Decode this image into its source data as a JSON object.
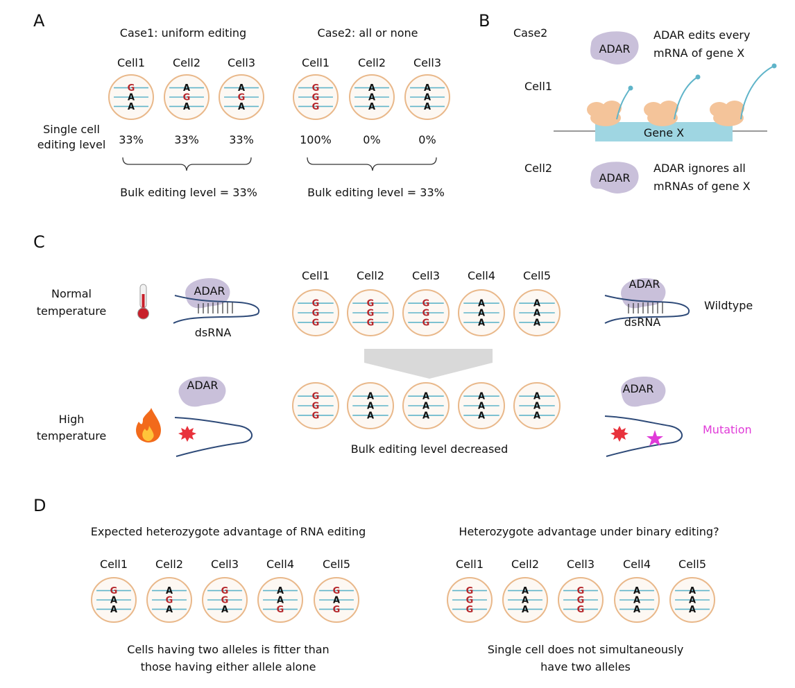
{
  "colors": {
    "cell_fill": "#fdf8f3",
    "cell_border": "#e9b88a",
    "mrna_line": "#5fb4c9",
    "base_g": "#b5262b",
    "base_a": "#111111",
    "adar": "#c9c0da",
    "ribosome": "#f4c49a",
    "gene_bar": "#9fd6e2",
    "dsrna_line": "#2e4a78",
    "mutation": "#e03ad8",
    "arrow": "#d9d9d9",
    "damage": "#e8323c"
  },
  "panelA": {
    "label": "A",
    "case1": {
      "title": "Case1: uniform editing",
      "cell_labels": [
        "Cell1",
        "Cell2",
        "Cell3"
      ],
      "cells": [
        [
          "G",
          "A",
          "A"
        ],
        [
          "A",
          "G",
          "A"
        ],
        [
          "A",
          "G",
          "A"
        ]
      ],
      "levels": [
        "33%",
        "33%",
        "33%"
      ],
      "bulk": "Bulk editing level = 33%"
    },
    "case2": {
      "title": "Case2: all or none",
      "cell_labels": [
        "Cell1",
        "Cell2",
        "Cell3"
      ],
      "cells": [
        [
          "G",
          "G",
          "G"
        ],
        [
          "A",
          "A",
          "A"
        ],
        [
          "A",
          "A",
          "A"
        ]
      ],
      "levels": [
        "100%",
        "0%",
        "0%"
      ],
      "bulk": "Bulk editing level = 33%"
    },
    "level_label_1": "Single cell",
    "level_label_2": "editing level"
  },
  "panelB": {
    "label": "B",
    "case": "Case2",
    "cell1": "Cell1",
    "cell2": "Cell2",
    "adar": "ADAR",
    "note1_line1": "ADAR edits every",
    "note1_line2": "mRNA of gene X",
    "gene": "Gene X",
    "note2_line1": "ADAR  ignores  all",
    "note2_line2": "mRNAs of gene X"
  },
  "panelC": {
    "label": "C",
    "normal_line1": "Normal",
    "normal_line2": "temperature",
    "high_line1": "High",
    "high_line2": "temperature",
    "adar": "ADAR",
    "dsrna": "dsRNA",
    "wildtype": "Wildtype",
    "mutation": "Mutation",
    "cell_labels": [
      "Cell1",
      "Cell2",
      "Cell3",
      "Cell4",
      "Cell5"
    ],
    "top_cells": [
      [
        "G",
        "G",
        "G"
      ],
      [
        "G",
        "G",
        "G"
      ],
      [
        "G",
        "G",
        "G"
      ],
      [
        "A",
        "A",
        "A"
      ],
      [
        "A",
        "A",
        "A"
      ]
    ],
    "bottom_cells": [
      [
        "G",
        "G",
        "G"
      ],
      [
        "A",
        "A",
        "A"
      ],
      [
        "A",
        "A",
        "A"
      ],
      [
        "A",
        "A",
        "A"
      ],
      [
        "A",
        "A",
        "A"
      ]
    ],
    "bulk": "Bulk editing level decreased"
  },
  "panelD": {
    "label": "D",
    "left": {
      "title": "Expected heterozygote advantage of RNA editing",
      "cell_labels": [
        "Cell1",
        "Cell2",
        "Cell3",
        "Cell4",
        "Cell5"
      ],
      "cells": [
        [
          "G",
          "A",
          "A"
        ],
        [
          "A",
          "G",
          "A"
        ],
        [
          "G",
          "G",
          "A"
        ],
        [
          "A",
          "A",
          "G"
        ],
        [
          "G",
          "A",
          "G"
        ]
      ],
      "caption_line1": "Cells having two alleles is fitter than",
      "caption_line2": "those having either allele alone"
    },
    "right": {
      "title": "Heterozygote advantage under binary editing?",
      "cell_labels": [
        "Cell1",
        "Cell2",
        "Cell3",
        "Cell4",
        "Cell5"
      ],
      "cells": [
        [
          "G",
          "G",
          "G"
        ],
        [
          "A",
          "A",
          "A"
        ],
        [
          "G",
          "G",
          "G"
        ],
        [
          "A",
          "A",
          "A"
        ],
        [
          "A",
          "A",
          "A"
        ]
      ],
      "caption_line1": "Single cell does not simultaneously",
      "caption_line2": "have two alleles"
    }
  }
}
